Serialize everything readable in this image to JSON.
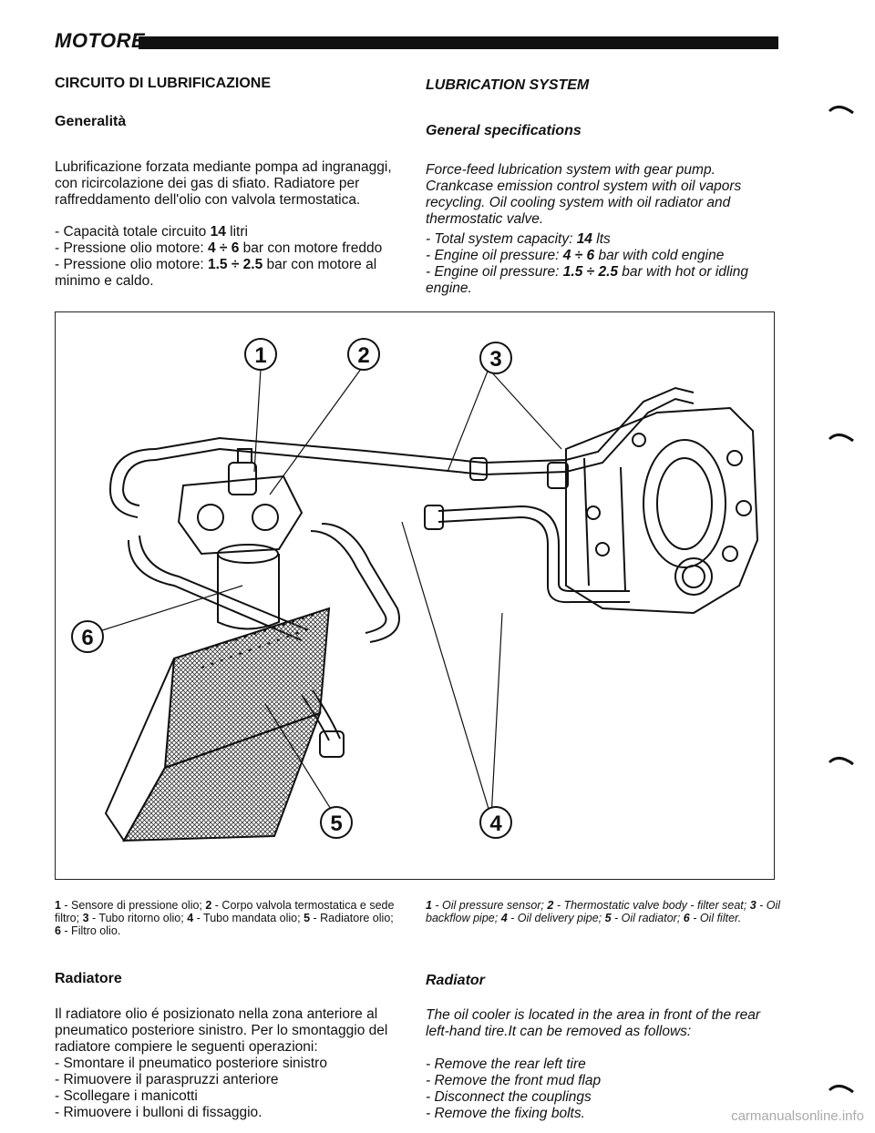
{
  "header": {
    "section": "MOTORE"
  },
  "left": {
    "title": "CIRCUITO DI LUBRIFICAZIONE",
    "subtitle": "Generalità",
    "intro": "Lubrificazione forzata mediante pompa ad ingranaggi, con ricircolazione dei gas di sfiato. Radiatore per raffreddamento dell'olio con valvola termostatica.",
    "spec_lines": [
      {
        "prefix": "- Capacità totale circuito ",
        "value": "14",
        "suffix": " litri"
      },
      {
        "prefix": "- Pressione olio motore: ",
        "value": "4 ÷ 6",
        "suffix": " bar con motore freddo"
      },
      {
        "prefix": "- Pressione olio motore: ",
        "value": "1.5 ÷ 2.5",
        "suffix": "  bar con motore al minimo e caldo."
      }
    ],
    "radiator_title": "Radiatore",
    "radiator_text": "Il radiatore olio é posizionato nella zona anteriore al pneumatico posteriore sinistro. Per lo smontaggio del radiatore compiere le seguenti operazioni:",
    "radiator_steps": [
      "- Smontare il pneumatico posteriore sinistro",
      "- Rimuovere il paraspruzzi anteriore",
      "- Scollegare i manicotti",
      "- Rimuovere i bulloni di fissaggio."
    ]
  },
  "right": {
    "title": "LUBRICATION SYSTEM",
    "subtitle": "General specifications",
    "intro": "Force-feed lubrication system with gear pump. Crankcase emission control system with oil vapors recycling. Oil cooling system with oil radiator and thermostatic valve.",
    "spec_lines": [
      {
        "prefix": "- Total system capacity: ",
        "value": "14",
        "suffix": " lts"
      },
      {
        "prefix": "- Engine oil pressure: ",
        "value": "4 ÷ 6",
        "suffix": " bar with cold engine"
      },
      {
        "prefix": "- Engine oil pressure: ",
        "value": "1.5 ÷ 2.5",
        "suffix": "  bar with hot or idling engine."
      }
    ],
    "radiator_title": "Radiator",
    "radiator_text": "The oil cooler is located in the area in front of the rear left-hand tire.It can be removed as follows:",
    "radiator_steps": [
      "- Remove the rear left tire",
      "- Remove the front mud flap",
      "- Disconnect the couplings",
      "- Remove the fixing bolts."
    ]
  },
  "figure": {
    "callouts": [
      "1",
      "2",
      "3",
      "4",
      "5",
      "6"
    ]
  },
  "caption_left": [
    {
      "num": "1",
      "text": " - Sensore di pressione olio; "
    },
    {
      "num": "2",
      "text": " - Corpo valvola termostatica e sede filtro; "
    },
    {
      "num": "3",
      "text": " - Tubo ritorno olio; "
    },
    {
      "num": "4",
      "text": " - Tubo mandata olio; "
    },
    {
      "num": "5",
      "text": " - Radiatore olio; "
    },
    {
      "num": "6",
      "text": " - Filtro olio."
    }
  ],
  "caption_right": [
    {
      "num": "1",
      "text": " - Oil pressure sensor; "
    },
    {
      "num": "2",
      "text": " - Thermostatic valve body - filter seat; "
    },
    {
      "num": "3",
      "text": " - Oil backflow pipe; "
    },
    {
      "num": "4",
      "text": " - Oil delivery pipe; "
    },
    {
      "num": "5",
      "text": " - Oil radiator; "
    },
    {
      "num": "6",
      "text": " - Oil filter."
    }
  ],
  "watermark": "carmanualsonline.info"
}
